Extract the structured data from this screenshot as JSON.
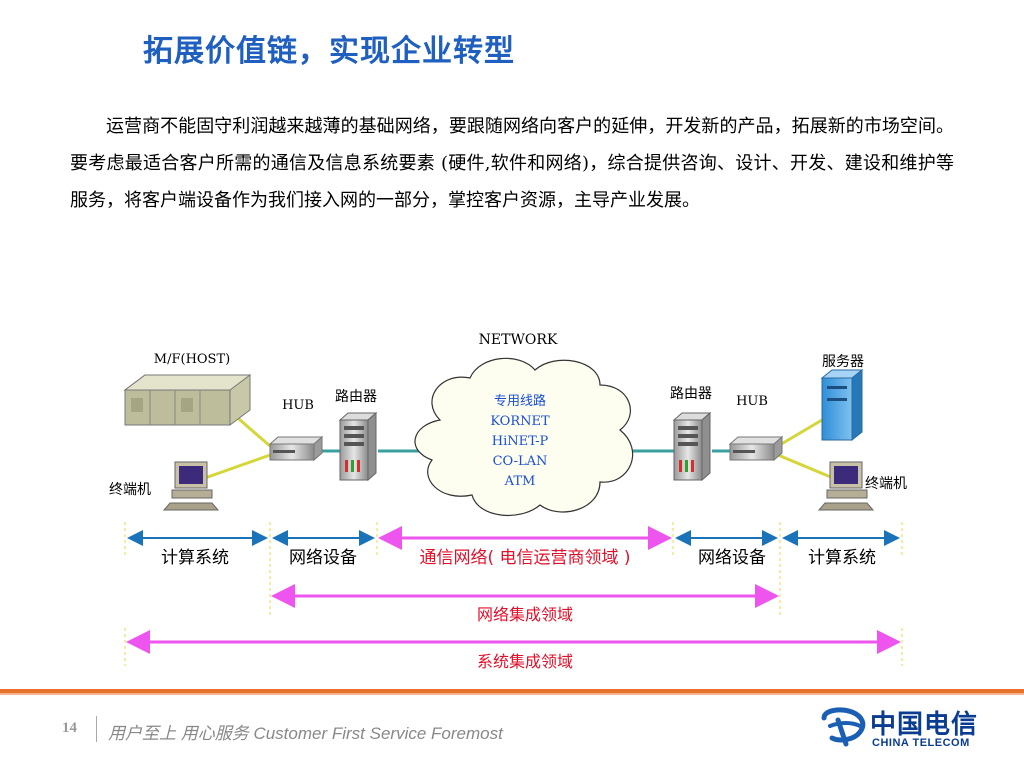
{
  "page": {
    "title": "拓展价值链，实现企业转型",
    "paragraph": "运营商不能固守利润越来越薄的基础网络，要跟随网络向客户的延伸，开发新的产品，拓展新的市场空间。要考虑最适合客户所需的通信及信息系统要素 (硬件,软件和网络)，综合提供咨询、设计、开发、建设和维护等服务，将客户端设备作为我们接入网的一部分，掌控客户资源，主导产业发展。"
  },
  "diagram": {
    "network_label": "NETWORK",
    "host_label": "M/F(HOST)",
    "server_label": "服务器",
    "hub_left": "HUB",
    "hub_right": "HUB",
    "router_left": "路由器",
    "router_right": "路由器",
    "terminal_left": "终端机",
    "terminal_right": "终端机",
    "cloud_lines": [
      "专用线路",
      "KORNET",
      "HiNET-P",
      "CO-LAN",
      "ATM"
    ],
    "segments": {
      "compute_left": "计算系统",
      "netdev_left": "网络设备",
      "telecom": "通信网络( 电信运营商领域 )",
      "netdev_right": "网络设备",
      "compute_right": "计算系统"
    },
    "network_integration": "网络集成领域",
    "system_integration": "系统集成领域",
    "colors": {
      "blue_arrow": "#1a73b8",
      "pink_arrow": "#ee55ee",
      "red_text": "#e0102a",
      "cloud_text": "#1a4fd0"
    }
  },
  "footer": {
    "page_number": "14",
    "slogan": "用户至上  用心服务  Customer First Service Foremost",
    "logo_cn": "中国电信",
    "logo_en": "CHINA TELECOM",
    "accent_color": "#e8712b"
  }
}
